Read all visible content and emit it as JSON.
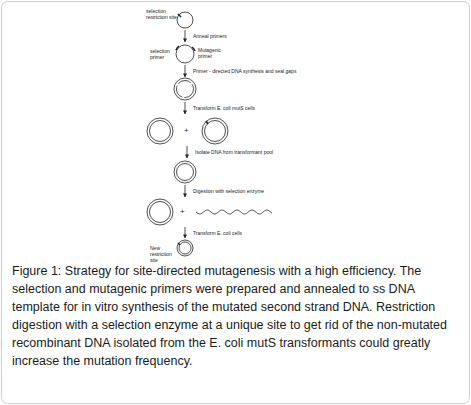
{
  "diagram": {
    "caption": "Figure 1: Strategy for site-directed mutagenesis with a high efficiency. The selection and mutagenic primers were prepared and annealed to ss DNA template for in vitro synthesis of the mutated second strand DNA. Restriction digestion with a selection enzyme at a unique site to get rid of the non-mutated recombinant DNA isolated from the E. coli mutS transformants could greatly increase the mutation frequency.",
    "labels": [
      "selection restriction site",
      "Anneal primers",
      "selection primer",
      "Mutagenic primer",
      "Primer - directed DNA synthesis and seal gaps",
      "Transform E. coli mutS cells",
      "Isolate DNA from transformant pool",
      "Digestion with selection enzyme",
      "Transform E. coli cells",
      "New restriction site",
      "+",
      "+"
    ]
  }
}
